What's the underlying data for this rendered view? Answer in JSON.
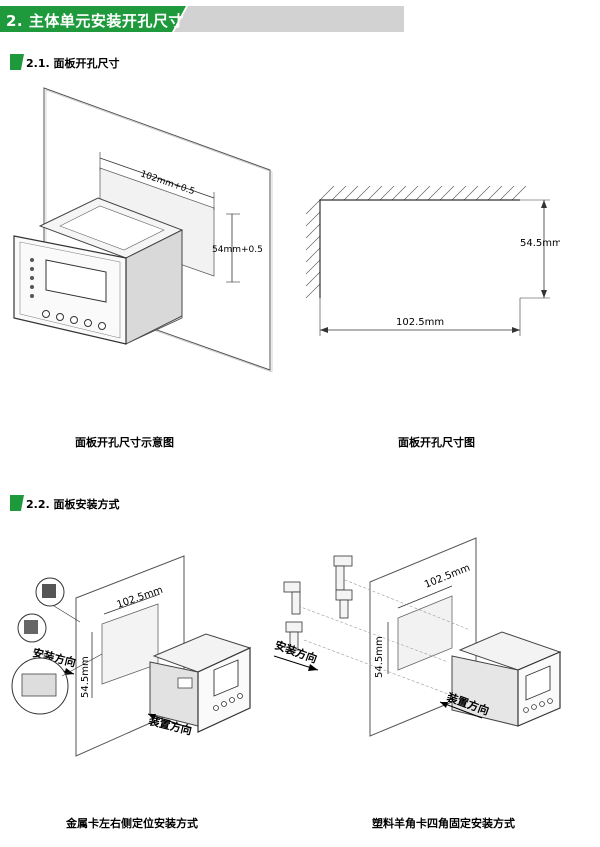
{
  "section": {
    "title": "2. 主体单元安装开孔尺寸",
    "color": "#1e9a3d"
  },
  "sub1": {
    "title": "2.1. 面板开孔尺寸"
  },
  "sub2": {
    "title": "2.2. 面板安装方式"
  },
  "fig1": {
    "width_label": "102mm+0.5",
    "height_label": "54mm+0.5",
    "caption": "面板开孔尺寸示意图"
  },
  "fig2": {
    "height_label": "54.5mm",
    "width_label": "102.5mm",
    "caption": "面板开孔尺寸图"
  },
  "fig3": {
    "width_label": "102.5mm",
    "height_label": "54.5mm",
    "install_direction": "安装方向",
    "mount_direction": "装置方向",
    "caption": "金属卡左右侧定位安装方式"
  },
  "fig4": {
    "width_label": "102.5mm",
    "height_label": "54.5mm",
    "install_direction": "安装方向",
    "mount_direction": "装置方向",
    "caption": "塑料羊角卡四角固定安装方式"
  }
}
